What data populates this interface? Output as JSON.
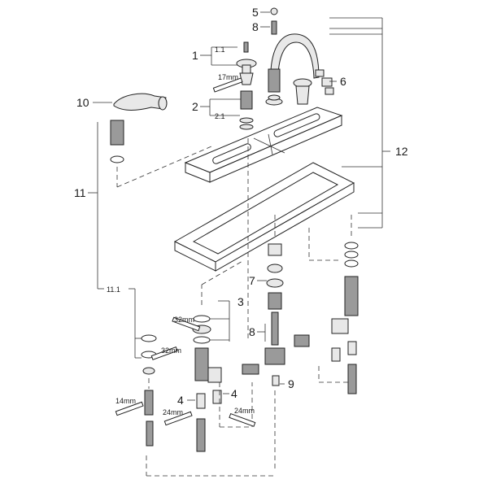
{
  "callouts": {
    "c1": "1",
    "c1_1": "1.1",
    "c2": "2",
    "c2_1": "2.1",
    "c3": "3",
    "c4a": "4",
    "c4b": "4",
    "c5": "5",
    "c6": "6",
    "c7": "7",
    "c8a": "8",
    "c8b": "8",
    "c9": "9",
    "c10": "10",
    "c11": "11",
    "c11_1": "11.1",
    "c12": "12"
  },
  "wrench_sizes": {
    "w17": "17mm",
    "w32a": "32mm",
    "w32b": "32mm",
    "w14": "14mm",
    "w24a": "24mm",
    "w24b": "24mm"
  }
}
